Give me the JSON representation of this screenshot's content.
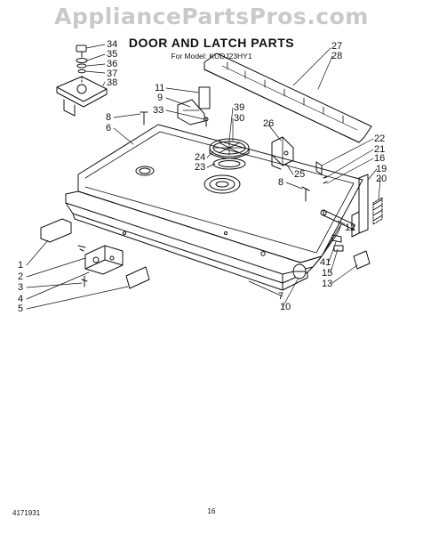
{
  "watermark": "AppliancePartsPros.com",
  "title": "DOOR AND LATCH PARTS",
  "subtitle": "For Model: KUDJ23HY1",
  "footer": {
    "doc_number": "4171931",
    "page": "16"
  },
  "callouts": {
    "c34": "34",
    "c35": "35",
    "c36": "36",
    "c37": "37",
    "c38": "38",
    "c27": "27",
    "c28": "28",
    "c11": "11",
    "c9": "9",
    "c33": "33",
    "c39": "39",
    "c30": "30",
    "c8a": "8",
    "c6": "6",
    "c26": "26",
    "c24": "24",
    "c23": "23",
    "c25": "25",
    "c8b": "8",
    "c22": "22",
    "c21": "21",
    "c16": "16",
    "c19": "19",
    "c20": "20",
    "c12": "12",
    "c41": "41",
    "c15": "15",
    "c13": "13",
    "c1": "1",
    "c2": "2",
    "c3": "3",
    "c4": "4",
    "c5": "5",
    "c7": "7",
    "c10": "10"
  }
}
